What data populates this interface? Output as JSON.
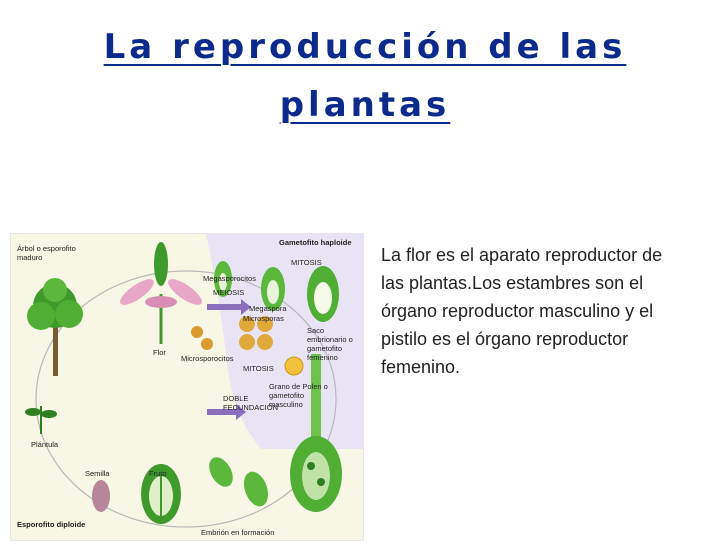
{
  "slide": {
    "title_line1": "La reproducción de las",
    "title_line2": "plantas",
    "body": "La flor es el aparato reproductor de las plantas.Los estambres son el órgano reproductor masculino y el pistilo es el órgano reproductor femenino."
  },
  "diagram": {
    "labels": {
      "arbol": "Árbol o esporofito maduro",
      "gametofito": "Gametofito haploide",
      "megasporocitos": "Megasporocitos",
      "meiosis": "MEIOSIS",
      "megaspora": "Megaspora",
      "mitosis1": "MITOSIS",
      "microsporas": "Microsporas",
      "microsporocitos": "Microsporocitos",
      "flor": "Flor",
      "mitosis2": "MITOSIS",
      "saco": "Saco embrionario o gametofito femenino",
      "grano": "Grano de Polen o gametofito masculino",
      "doble": "DOBLE FECUNDACIÓN",
      "plantula": "Plántula",
      "semilla": "Semilla",
      "fruto": "Fruto",
      "esporofito": "Esporofito diploide",
      "embrion": "Embrión en formación"
    },
    "colors": {
      "haploid_bg": "#e9e4f4",
      "diploid_bg": "#f3f1d2",
      "plant_green": "#3f9a2c",
      "arrow": "#8a6fbf"
    }
  }
}
